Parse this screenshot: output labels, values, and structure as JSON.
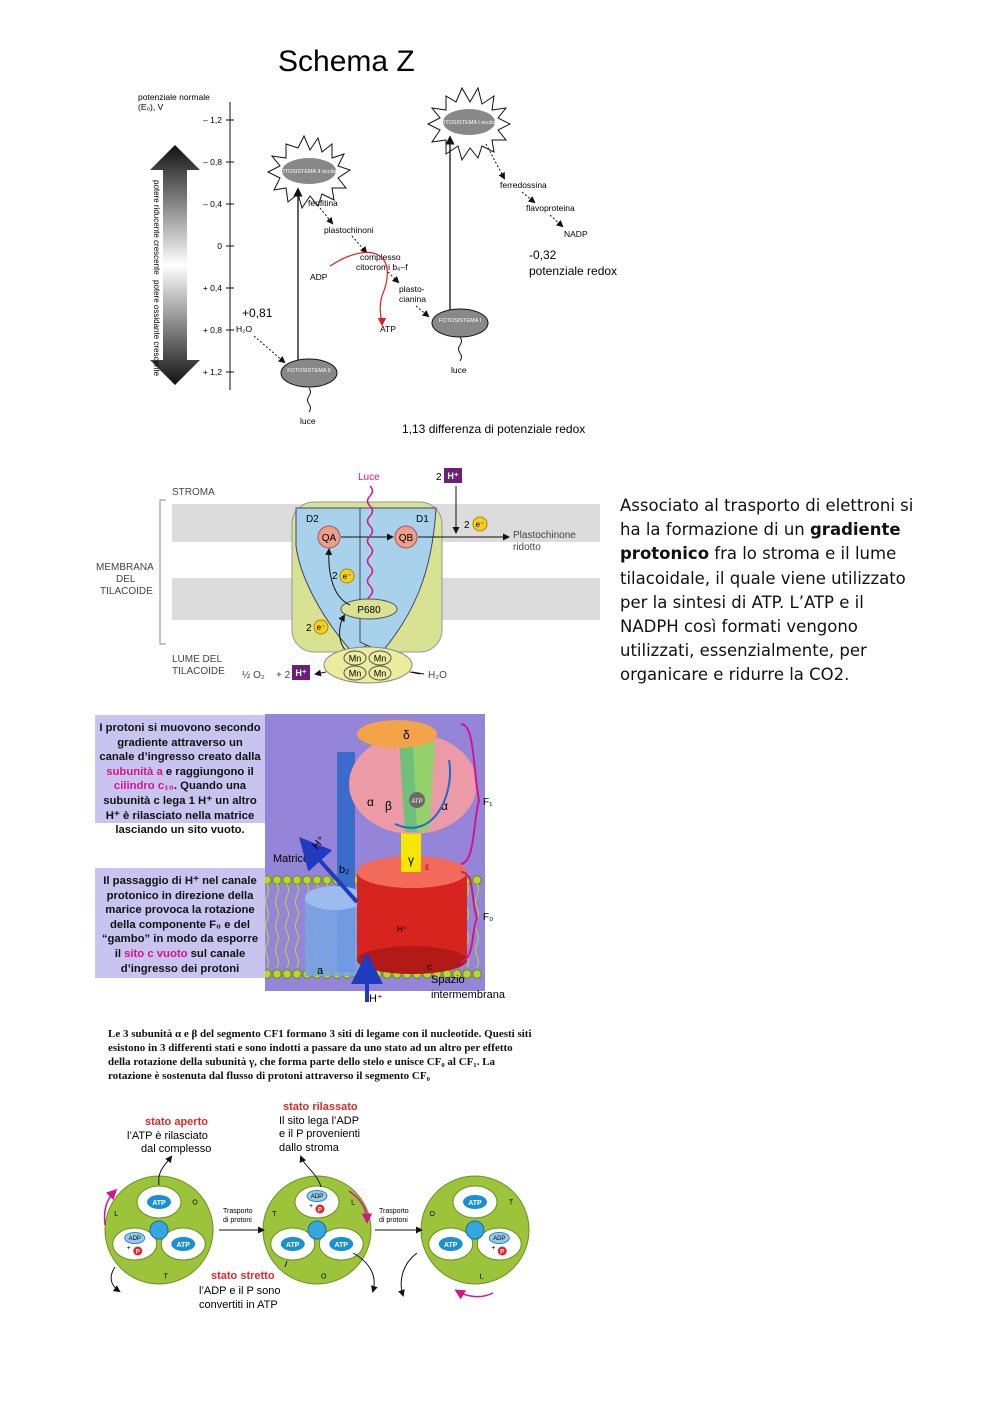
{
  "schema_z": {
    "title": "Schema Z",
    "axis_label_1": "potenziale normale",
    "axis_label_2": "(E₀), V",
    "ticks": [
      "– 1,2",
      "– 0,8",
      "– 0,4",
      "0",
      "+ 0,4",
      "+ 0,8",
      "+ 1,2"
    ],
    "arrow_top_label": "potere riducente crescente",
    "arrow_bottom_label": "potere ossidante crescente",
    "ps2_excited": "FOTOSISTEMA II eccitato",
    "ps1_excited": "FOTOSISTEMA I eccitato",
    "feofitina": "feofitina",
    "plastochinoni": "plastochinoni",
    "complesso_1": "complesso",
    "complesso_2": "citocromi b₆–f",
    "adp": "ADP",
    "atp": "ATP",
    "plastocianina_1": "plasto-",
    "plastocianina_2": "cianina",
    "ps1": "FOTOSISTEMA I",
    "ps2": "FOTOSISTEMA II",
    "h2o": "H₂O",
    "plus081": "+0,81",
    "luce_1": "luce",
    "luce_2": "luce",
    "ferredossina": "ferredossina",
    "flavoproteina": "flavoproteina",
    "nadp": "NADP",
    "minus032": "-0,32",
    "potenziale_redox": "potenziale redox",
    "difference": "1,13 differenza di potenziale redox"
  },
  "membrane": {
    "stroma": "STROMA",
    "membrana_1": "MEMBRANA",
    "membrana_2": "DEL",
    "membrana_3": "TILACOIDE",
    "lume_1": "LUME DEL",
    "lume_2": "TILACOIDE",
    "luce": "Luce",
    "two_h": "2",
    "h_plus": "H⁺",
    "d2": "D2",
    "d1": "D1",
    "qa": "QA",
    "qb": "QB",
    "two_e_1": "2",
    "two_e_2": "2",
    "two_e_3": "2",
    "e_minus": "e⁻",
    "plastochinone_1": "Plastochinone",
    "plastochinone_2": "ridotto",
    "p680": "P680",
    "mn": "Mn",
    "half_o2": "½ O₂",
    "plus_two": "+ 2",
    "h2o": "H₂O"
  },
  "side_paragraph": {
    "part1": "Associato al trasporto di elettroni si ha la formazione di un ",
    "bold": "gradiente protonico",
    "part2": " fra lo stroma e il lume tilacoidale, il quale viene utilizzato per la sintesi di ATP. L’ATP e il NADPH così formati vengono utilizzati, essenzialmente, per organicare e ridurre la CO2."
  },
  "atp_synthase": {
    "box1_a": "I protoni si muovono secondo gradiente attraverso un canale d’ingresso creato dalla ",
    "box1_m1": "subunità a",
    "box1_b": " e raggiungono il ",
    "box1_m2": "cilindro c₁₀",
    "box1_c": ". Quando una subunità c lega 1 H⁺ un altro H⁺ è rilasciato nella matrice lasciando un sito vuoto.",
    "box2_a": "Il passaggio di H⁺ nel canale protonico in direzione della marice provoca la rotazione della componente F₀ e del “gambo” in modo da esporre il ",
    "box2_m": "sito c vuoto",
    "box2_b": " sul canale d’ingresso dei protoni",
    "delta": "δ",
    "alpha": "α",
    "beta": "β",
    "atp": "ATP",
    "alpha2": "α",
    "gamma": "γ",
    "epsilon": "ε",
    "b2": "b₂",
    "a": "a",
    "c": "c",
    "h_inner": "H⁺",
    "matrice": "Matrice",
    "h_top": "H⁺",
    "h_bottom": "H⁺",
    "f1": "F₁",
    "fo": "F₀",
    "spazio_1": "Spazio",
    "spazio_2": "intermembrana"
  },
  "binding_change": {
    "caption": "Le 3 subunità α e β del segmento CF1 formano 3 siti di legame con il nucleotide. Questi siti esistono in 3 differenti stati e sono indotti a passare da uno stato ad un altro per effetto della rotazione della subunità γ, che forma parte dello stelo e unisce CF₀ al CF₁. La rotazione è sostenuta dal flusso di protoni attraverso il segmento CF₀",
    "aperto_title": "stato aperto",
    "aperto_1": "l’ATP è rilasciato",
    "aperto_2": "dal complesso",
    "rilassato_title": "stato rilassato",
    "rilassato_1": "Il sito lega l’ADP",
    "rilassato_2": "e il P provenienti",
    "rilassato_3": "dallo stroma",
    "stretto_title": "stato stretto",
    "stretto_1": "l’ADP e il P sono",
    "stretto_2": "convertiti in ATP",
    "trasporto_1": "Trasporto",
    "trasporto_2": "di protoni",
    "atp": "ATP",
    "adp": "ADP",
    "p": "P",
    "plus": "+",
    "o": "O",
    "t": "T",
    "l": "L"
  },
  "colors": {
    "magenta": "#d4148c",
    "purple_panel": "#9585d8",
    "h_box": "#6a1f7a",
    "red": "#e0282a",
    "atp_blue": "#1b8fd1",
    "green": "#8cc152"
  }
}
